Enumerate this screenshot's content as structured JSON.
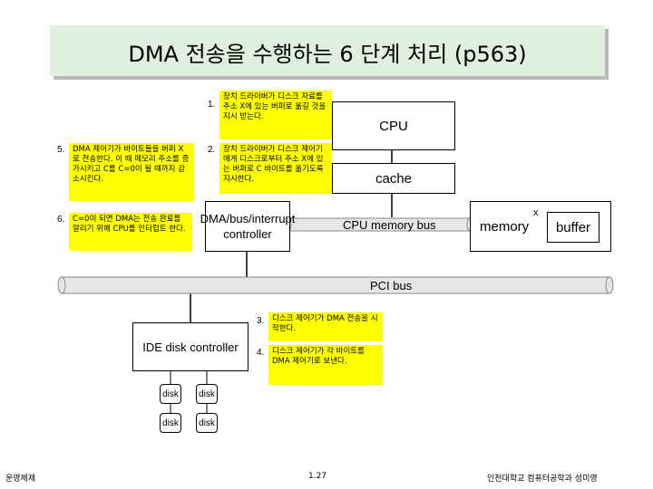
{
  "title": "DMA 전송을 수행하는 6 단계 처리 (p563)",
  "components": {
    "cpu": "CPU",
    "cache": "cache",
    "dma_line1": "DMA/bus/interrupt",
    "dma_line2": "controller",
    "cpu_bus": "CPU memory bus",
    "memory": "memory",
    "x_marker": "x",
    "buffer": "buffer",
    "pci_bus": "PCI bus",
    "ide": "IDE disk controller",
    "disk": "disk"
  },
  "steps": [
    {
      "num": "1.",
      "text": "장치 드라이버가 디스크 자료를 주소 X에 있는 버퍼로 옮길 것을 지시 받는다."
    },
    {
      "num": "2.",
      "text": "장치 드라이버가 디스크 제어기에게 디스크로부터 주소 X에 있는 버퍼로 C 바이트를 옮기도록 지시한다."
    },
    {
      "num": "3.",
      "text": "디스크 제어기가 DMA 전송을 시작한다."
    },
    {
      "num": "4.",
      "text": "디스크 제어기가 각 바이트를 DMA 제어기로 보낸다."
    },
    {
      "num": "5.",
      "text": "DMA 제어기가 바이트들을 버퍼 X로 전송한다. 이 때 메모리 주소를 증가시키고 C를 C=0이 될 때까지 감소시킨다."
    },
    {
      "num": "6.",
      "text": "C=0이 되면 DMA는 전송 완료를 알리기 위해 CPU를 인터럽트 한다."
    }
  ],
  "footer": {
    "left": "운영체제",
    "center": "1.27",
    "right": "인천대학교 컴퓨터공학과 성미영"
  },
  "colors": {
    "note": "#ffff00",
    "title_bg": "#dff0df",
    "bus": "#e6e6e6"
  }
}
